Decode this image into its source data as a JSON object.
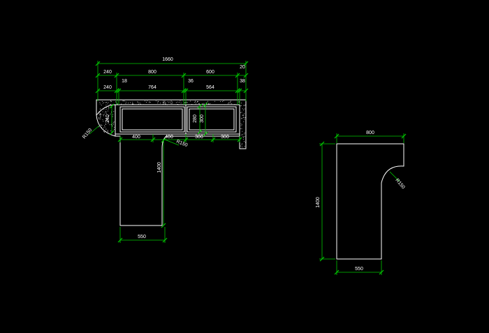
{
  "colors": {
    "background": "#000000",
    "geometry": "#ffffff",
    "dimension": "#00c800",
    "text": "#ffffff"
  },
  "plan_view": {
    "overall_width": "1660",
    "top_row_1": [
      "240",
      "800",
      "600",
      "20"
    ],
    "top_row_2": [
      "240",
      "18",
      "764",
      "36",
      "564",
      "38"
    ],
    "side_height": "240",
    "inner_heights": [
      "280",
      "300"
    ],
    "radius_left": "R150",
    "bottom_row": [
      "400",
      "400",
      "300",
      "300"
    ],
    "radius_return": "R150",
    "return_length": "1400",
    "return_width": "550"
  },
  "detail_view": {
    "top_width": "800",
    "radius": "R150",
    "height": "1400",
    "bottom_width": "550"
  }
}
